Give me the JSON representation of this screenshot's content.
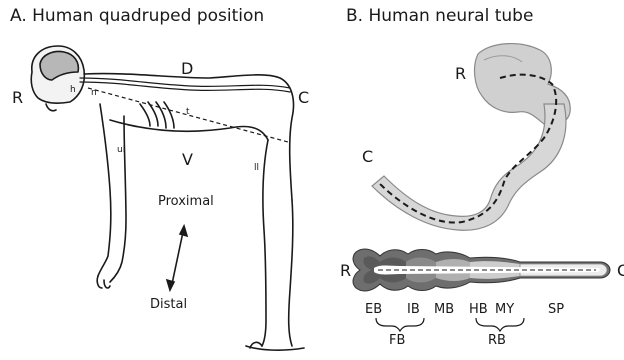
{
  "panel_a": {
    "title": "A. Human quadruped position",
    "labels": {
      "rostral": "R",
      "dorsal": "D",
      "caudal": "C",
      "ventral": "V",
      "head": "h",
      "neck": "n",
      "trunk": "t",
      "upper_limb": "ul",
      "lower_limb": "ll",
      "proximal": "Proximal",
      "distal": "Distal"
    }
  },
  "panel_b": {
    "title": "B. Human neural tube",
    "tube_labels": {
      "rostral": "R",
      "caudal": "C"
    },
    "schematic_labels": {
      "rostral": "R",
      "caudal": "C"
    },
    "segments": [
      "EB",
      "IB",
      "MB",
      "HB",
      "MY",
      "SP"
    ],
    "groups": [
      "FB",
      "RB"
    ]
  }
}
